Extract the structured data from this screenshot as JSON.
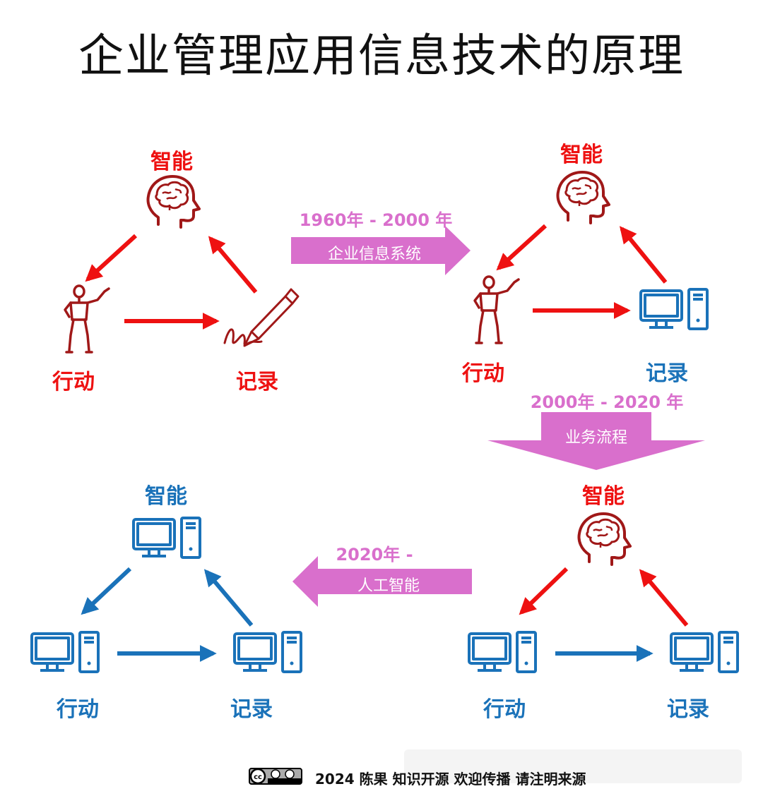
{
  "title": "企业管理应用信息技术的原理",
  "labels": {
    "intelligence": "智能",
    "action": "行动",
    "record": "记录"
  },
  "periods": {
    "p1": {
      "years": "1960年 -  2000 年",
      "name": "企业信息系统"
    },
    "p2": {
      "years": "2000年 -  2020 年",
      "name": "业务流程"
    },
    "p3": {
      "years": "2020年 -",
      "name": "人工智能"
    }
  },
  "footer": {
    "text": "2024 陈果  知识开源 欢迎传播 请注明来源",
    "license_badge": "CC BY SA"
  },
  "colors": {
    "human": "#ee1111",
    "machine": "#1a72b9",
    "icon_dark_red": "#a01818",
    "transition_arrow": "#d96fcc",
    "period_text": "#d96fcc"
  },
  "icons": {
    "brain": "brain-head-icon",
    "person": "mannequin-person-icon",
    "pen": "fountain-pen-signature-icon",
    "computer": "desktop-computer-icon"
  }
}
